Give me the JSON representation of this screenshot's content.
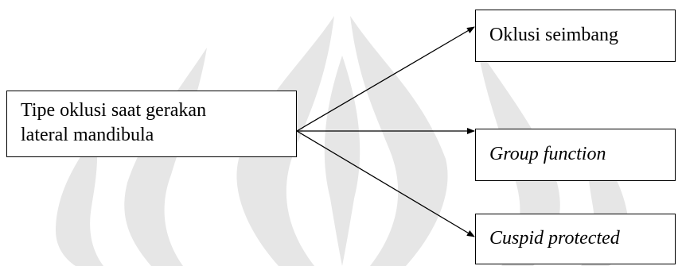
{
  "diagram": {
    "source": {
      "line1": "Tipe oklusi saat gerakan",
      "line2": "lateral mandibula"
    },
    "targets": [
      {
        "label": "Oklusi seimbang",
        "italic": false
      },
      {
        "label": "Group function",
        "italic": true
      },
      {
        "label": "Cuspid protected",
        "italic": true
      }
    ]
  },
  "colors": {
    "text": "#000000",
    "box_border": "#000000",
    "watermark": "#e2e2e2"
  }
}
